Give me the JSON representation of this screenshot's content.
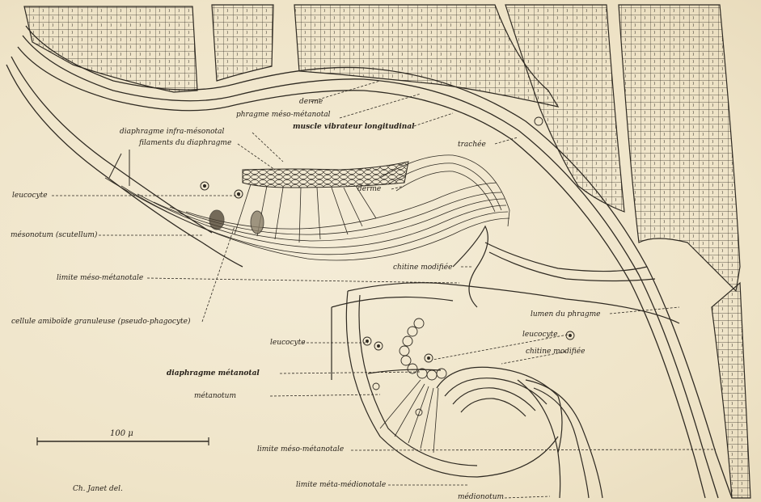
{
  "figure": {
    "labels": {
      "derme_top": "derme",
      "phragme": "phragme méso-métanotal",
      "muscle": "muscle vibrateur longitudinal",
      "trachee": "trachée",
      "diaphragme_infra": "diaphragme infra-mésonotal",
      "filaments": "filaments du diaphragme",
      "leucocyte_left": "leucocyte",
      "derme_mid": "derme",
      "mesonotum": "mésonotum (scutellum)",
      "chitine_modifiee_1": "chitine modifiée",
      "limite_meso_metanotale": "limite méso-métanotale",
      "cellule": "cellule amiboïde granuleuse (pseudo-phagocyte)",
      "lumen": "lumen du phragme",
      "leucocyte_mid": "leucocyte",
      "leucocyte_right": "leucocyte",
      "chitine_modifiee_2": "chitine modifiée",
      "diaphragme_metanotal": "diaphragme métanotal",
      "metanotum": "métanotum",
      "limite_meso_metanotale_2": "limite méso-métanotale",
      "limite_meta_mediontale": "limite méta-médionotale",
      "mediontum": "médionotum"
    },
    "scale_label": "100 μ",
    "credit": "Ch. Janet del."
  }
}
